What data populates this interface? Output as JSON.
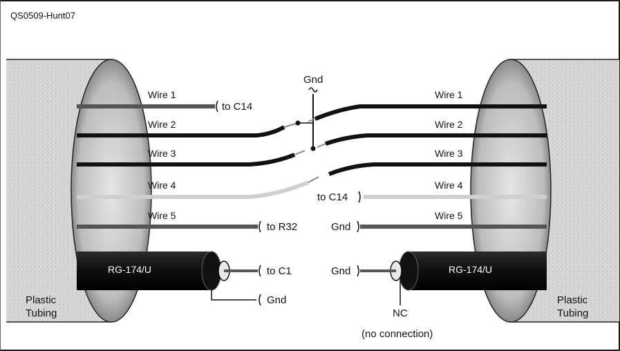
{
  "figure_id": "QS0509-Hunt07",
  "tubing_label_left": [
    "Plastic",
    "Tubing"
  ],
  "tubing_label_right": [
    "Plastic",
    "Tubing"
  ],
  "ground_top_label": "Gnd",
  "wires_left": [
    {
      "label": "Wire 1",
      "destination": "to C14"
    },
    {
      "label": "Wire 2"
    },
    {
      "label": "Wire 3"
    },
    {
      "label": "Wire 4"
    },
    {
      "label": "Wire 5",
      "destination": "to R32"
    }
  ],
  "wires_right": [
    {
      "label": "Wire 1"
    },
    {
      "label": "Wire 2"
    },
    {
      "label": "Wire 3"
    },
    {
      "label": "Wire 4",
      "source": "to C14"
    },
    {
      "label": "Wire 5",
      "source": "Gnd"
    }
  ],
  "coax_left": {
    "label": "RG-174/U",
    "center_to": "to C1",
    "shield_to": "Gnd"
  },
  "coax_right": {
    "label": "RG-174/U",
    "center_to": "Gnd",
    "shield_to": "NC",
    "shield_note": "(no connection)"
  },
  "colors": {
    "wire_dark": "#1a1a1a",
    "wire_gray": "#5c5c5c",
    "wire_light": "#c8c8c8",
    "tube_shade": "#bdbdbd"
  }
}
